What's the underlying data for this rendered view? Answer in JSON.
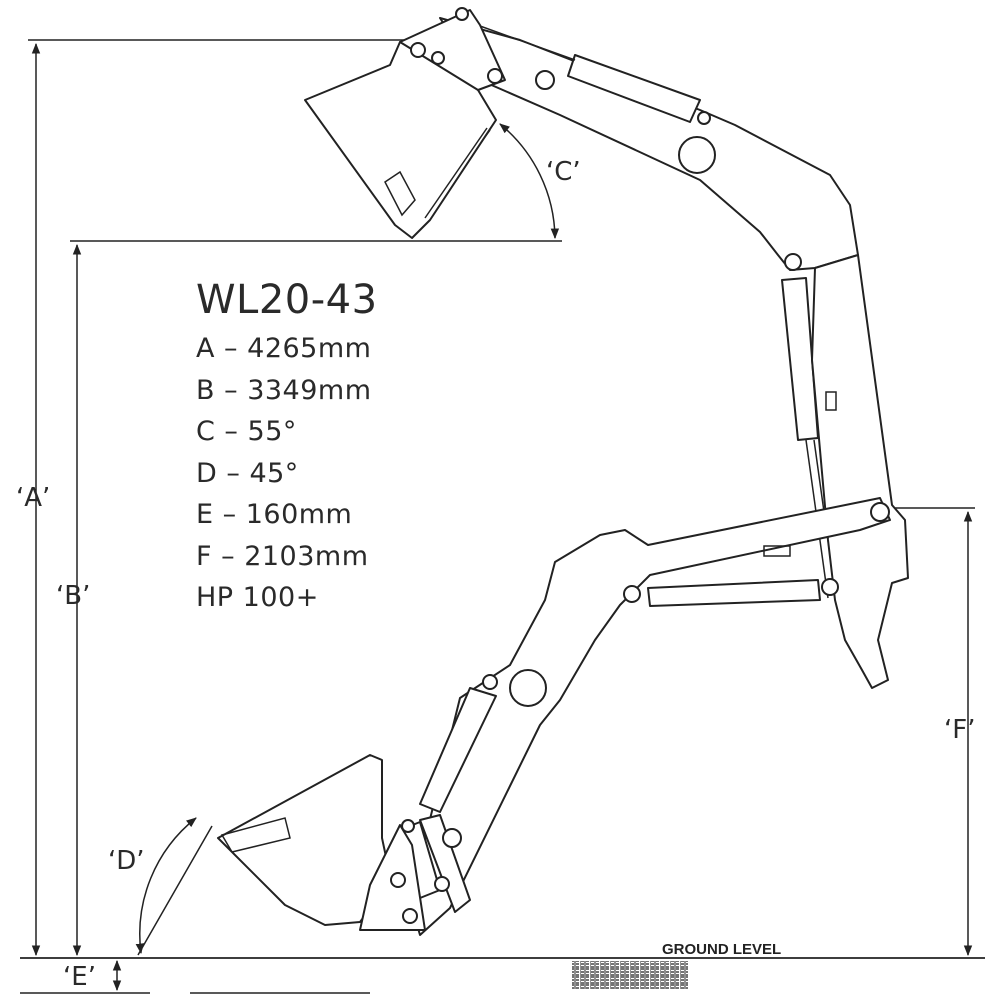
{
  "specs": {
    "model": "WL20-43",
    "lines": [
      "A – 4265mm",
      "B – 3349mm",
      "C – 55°",
      "D – 45°",
      "E – 160mm",
      "F – 2103mm",
      "HP 100+"
    ]
  },
  "dimensions": {
    "a_label": "‘A’",
    "b_label": "‘B’",
    "c_label": "‘C’",
    "d_label": "‘D’",
    "e_label": "‘E’",
    "f_label": "‘F’"
  },
  "ground_label": "GROUND LEVEL"
}
